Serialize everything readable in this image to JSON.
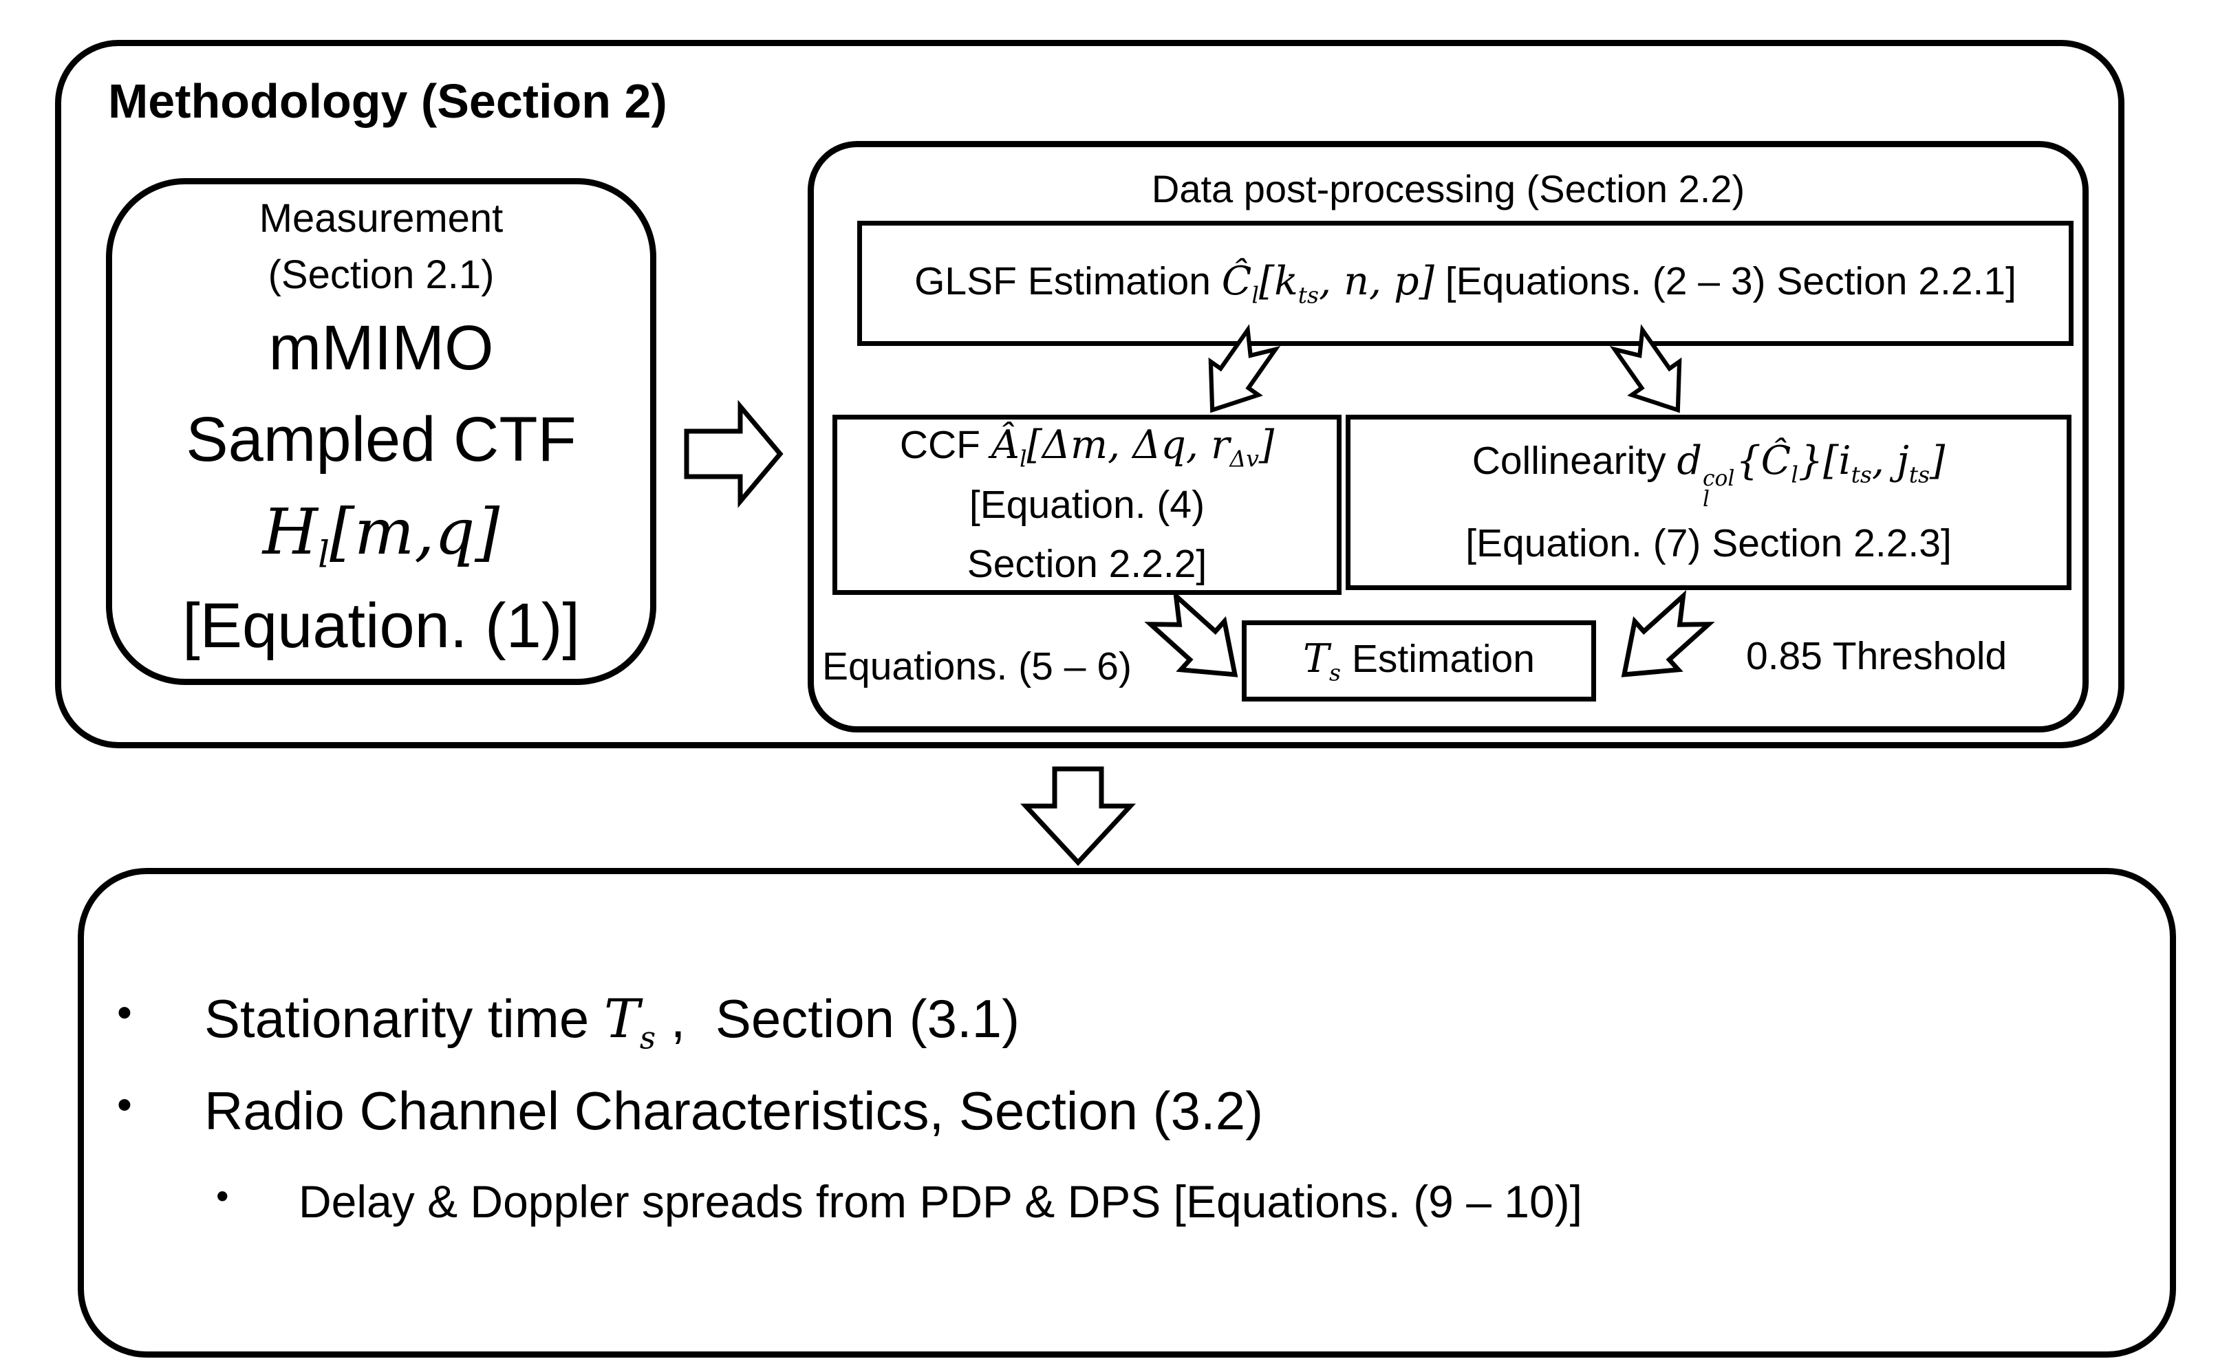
{
  "figure": {
    "methodology": {
      "title": "Methodology (Section 2)",
      "measurement": {
        "title_line1": "Measurement",
        "title_line2": "(Section 2.1)",
        "body_line1": "mMIMO",
        "body_line2": "Sampled CTF",
        "math": {
          "base": "H",
          "sub": "l",
          "args": "[m,q]"
        },
        "equation_ref": "[Equation. (1)]"
      },
      "post_processing": {
        "title": "Data post-processing (Section 2.2)",
        "glsf": {
          "prefix": "GLSF Estimation ",
          "math": {
            "base": "Ĉ",
            "sub": "l",
            "open": "[",
            "k": "k",
            "k_sub": "ts",
            "rest": ", n, p]"
          },
          "suffix": " [Equations. (2 – 3) Section 2.2.1]"
        },
        "ccf": {
          "prefix": "CCF ",
          "math": {
            "base": "Â",
            "sub": "l",
            "args": "[Δm, Δq, r",
            "r_sub": "Δv",
            "close": "]"
          },
          "line2": "[Equation. (4)",
          "line3": "Section 2.2.2]"
        },
        "collinearity": {
          "prefix": "Collinearity ",
          "math": {
            "base": "d",
            "sup": "col",
            "sub": "l",
            "brace": "{Ĉ",
            "brace_sub": "l",
            "mid": "}[i",
            "i_sub": "ts",
            "comma": ", j",
            "j_sub": "ts",
            "close": "]"
          },
          "line2": "[Equation. (7) Section 2.2.3]"
        },
        "ts_estimation": {
          "math": {
            "base": "T",
            "sub": "s"
          },
          "label": " Estimation"
        },
        "equations_label": "Equations. (5 – 6)",
        "threshold_label": "0.85 Threshold"
      }
    },
    "outcomes": {
      "bullet_glyph": "•",
      "bullet1": {
        "prefix": "Stationarity time ",
        "math": {
          "base": "T",
          "sub": "s"
        },
        "suffix": " ,  Section (3.1)"
      },
      "bullet2": "Radio Channel Characteristics, Section (3.2)",
      "bullet3": "Delay & Doppler spreads from PDP & DPS [Equations. (9 – 10)]"
    },
    "colors": {
      "stroke": "#000000",
      "background": "#ffffff"
    }
  }
}
